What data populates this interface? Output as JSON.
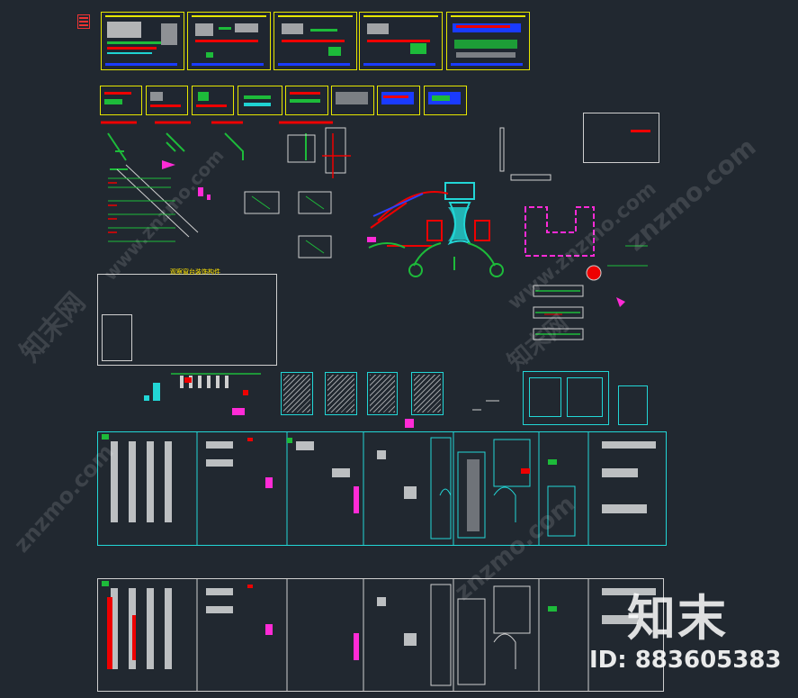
{
  "watermark": {
    "brand_cn": "知末网",
    "brand_url": "www.znzmo.com",
    "site": "znzmo.com",
    "logo_text": "知末",
    "id_text": "ID: 883605383"
  },
  "drawing_title": "观察窗台装饰构件",
  "colors": {
    "background": "#212830",
    "sheet_border": "#e6e600",
    "detail_cyan": "#22d6d6",
    "accent_red": "#e00000",
    "accent_green": "#1dbb3a",
    "accent_magenta": "#ff2bd6"
  }
}
